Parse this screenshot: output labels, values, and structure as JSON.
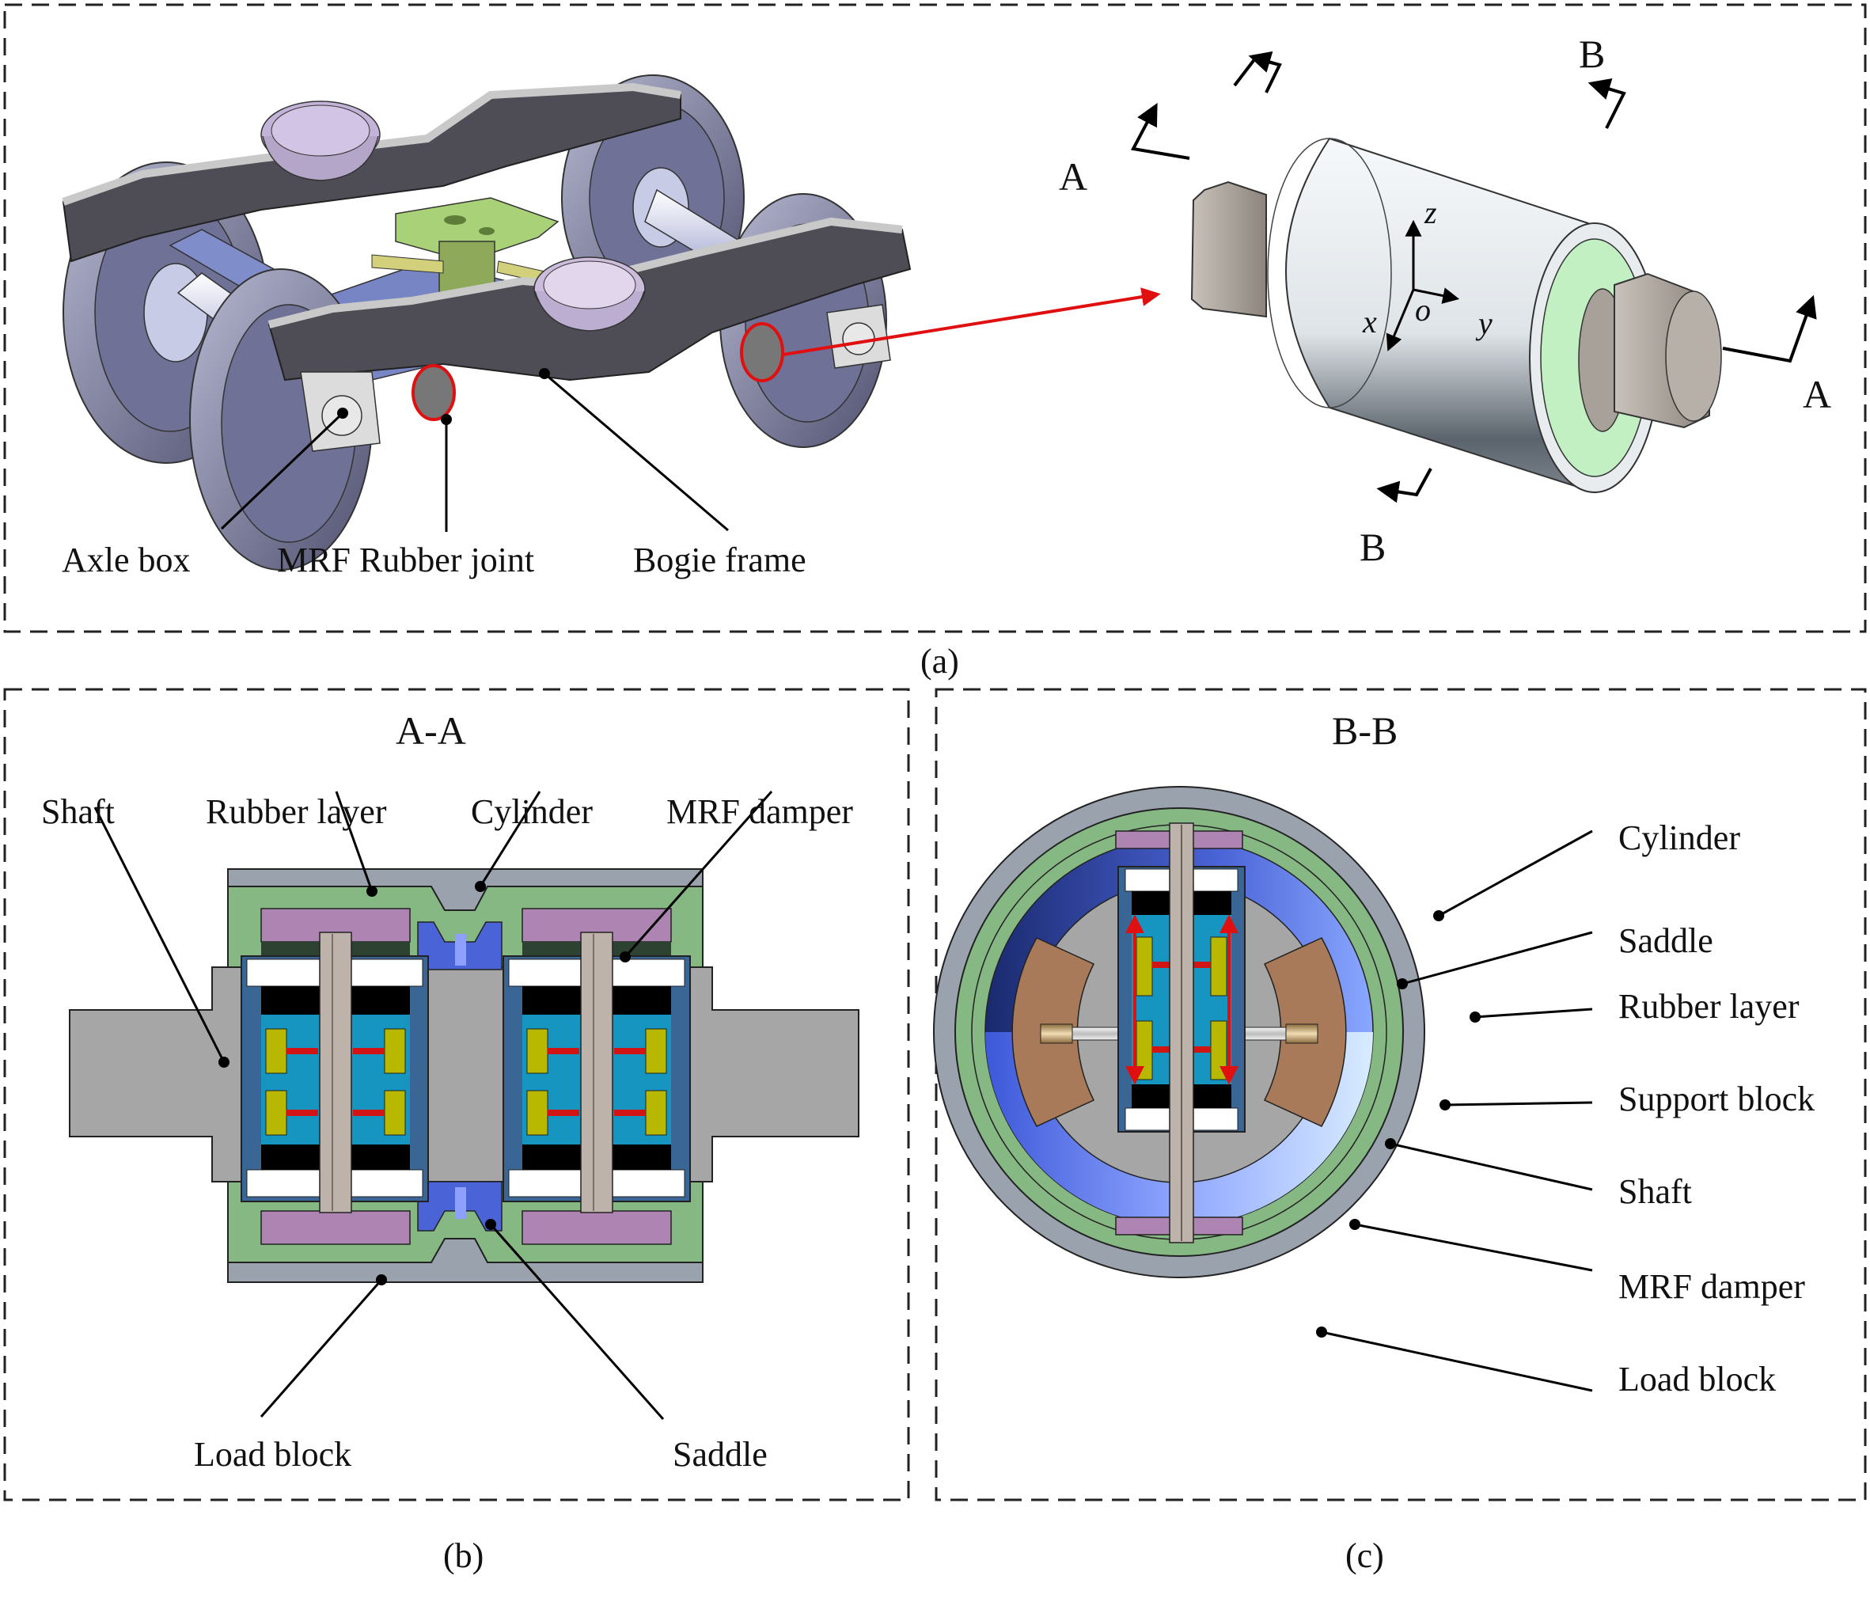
{
  "figure": {
    "panels": {
      "a": {
        "caption": "(a)",
        "bogie_labels": {
          "axle_box": "Axle box",
          "rubber_joint": "MRF Rubber joint",
          "bogie_frame": "Bogie frame"
        },
        "section_marks": {
          "a_left": "A",
          "a_right": "A",
          "b_top": "B",
          "b_bottom": "B"
        },
        "axes": {
          "x": "x",
          "y": "y",
          "z": "z",
          "origin": "o"
        }
      },
      "b": {
        "caption": "(b)",
        "title": "A-A",
        "labels": {
          "shaft": "Shaft",
          "rubber_layer": "Rubber layer",
          "cylinder": "Cylinder",
          "mrf_damper": "MRF damper",
          "load_block": "Load block",
          "saddle": "Saddle"
        }
      },
      "c": {
        "caption": "(c)",
        "title": "B-B",
        "labels": {
          "cylinder": "Cylinder",
          "saddle": "Saddle",
          "rubber_layer": "Rubber layer",
          "support_block": "Support block",
          "shaft": "Shaft",
          "mrf_damper": "MRF damper",
          "load_block": "Load block"
        }
      }
    },
    "colors": {
      "cylinder": "#9aa2ae",
      "rubber_layer": "#86b884",
      "load_block": "#ae85b2",
      "saddle": "#4a63d6",
      "shaft": "#a6a6a6",
      "damper_housing": "#3a6696",
      "damper_fluid": "#1595c0",
      "coil": "#b8b800",
      "pole": "#d11515",
      "support_block": "#a87a5a",
      "callout": "#e01010"
    }
  }
}
